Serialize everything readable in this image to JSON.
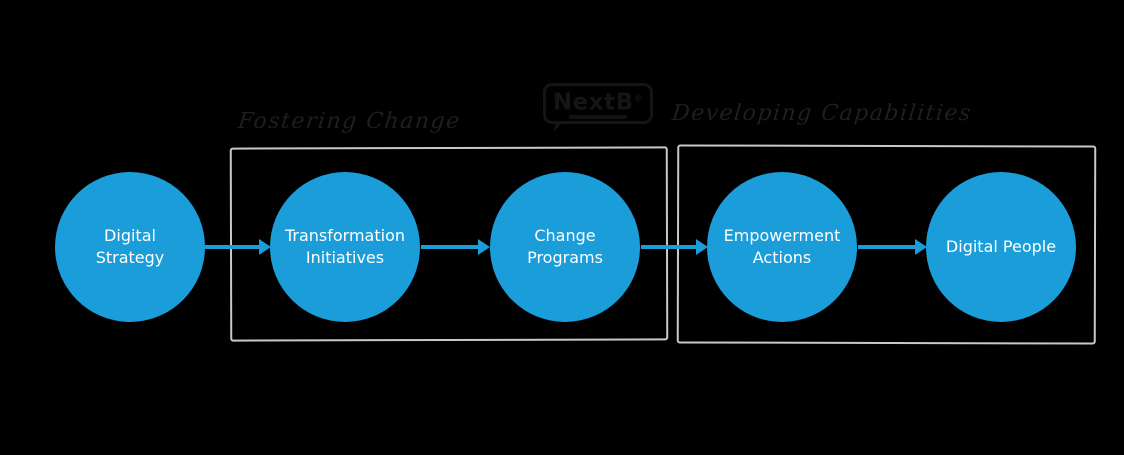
{
  "logo": {
    "name": "NextB",
    "mark": "®"
  },
  "groups": [
    {
      "label": "Fostering Change"
    },
    {
      "label": "Developing Capabilities"
    }
  ],
  "nodes": [
    {
      "label": "Digital Strategy"
    },
    {
      "label": "Transformation Initiatives"
    },
    {
      "label": "Change Programs"
    },
    {
      "label": "Empowerment Actions"
    },
    {
      "label": "Digital People"
    }
  ],
  "colors": {
    "background": "#000000",
    "circle_fill": "#1A9DD9",
    "node_text": "#FFFFFF",
    "arrow": "#1A9DD9",
    "box_border": "#C9C9C9",
    "label_ink": "#1E1E23",
    "logo_ink": "#151515"
  }
}
